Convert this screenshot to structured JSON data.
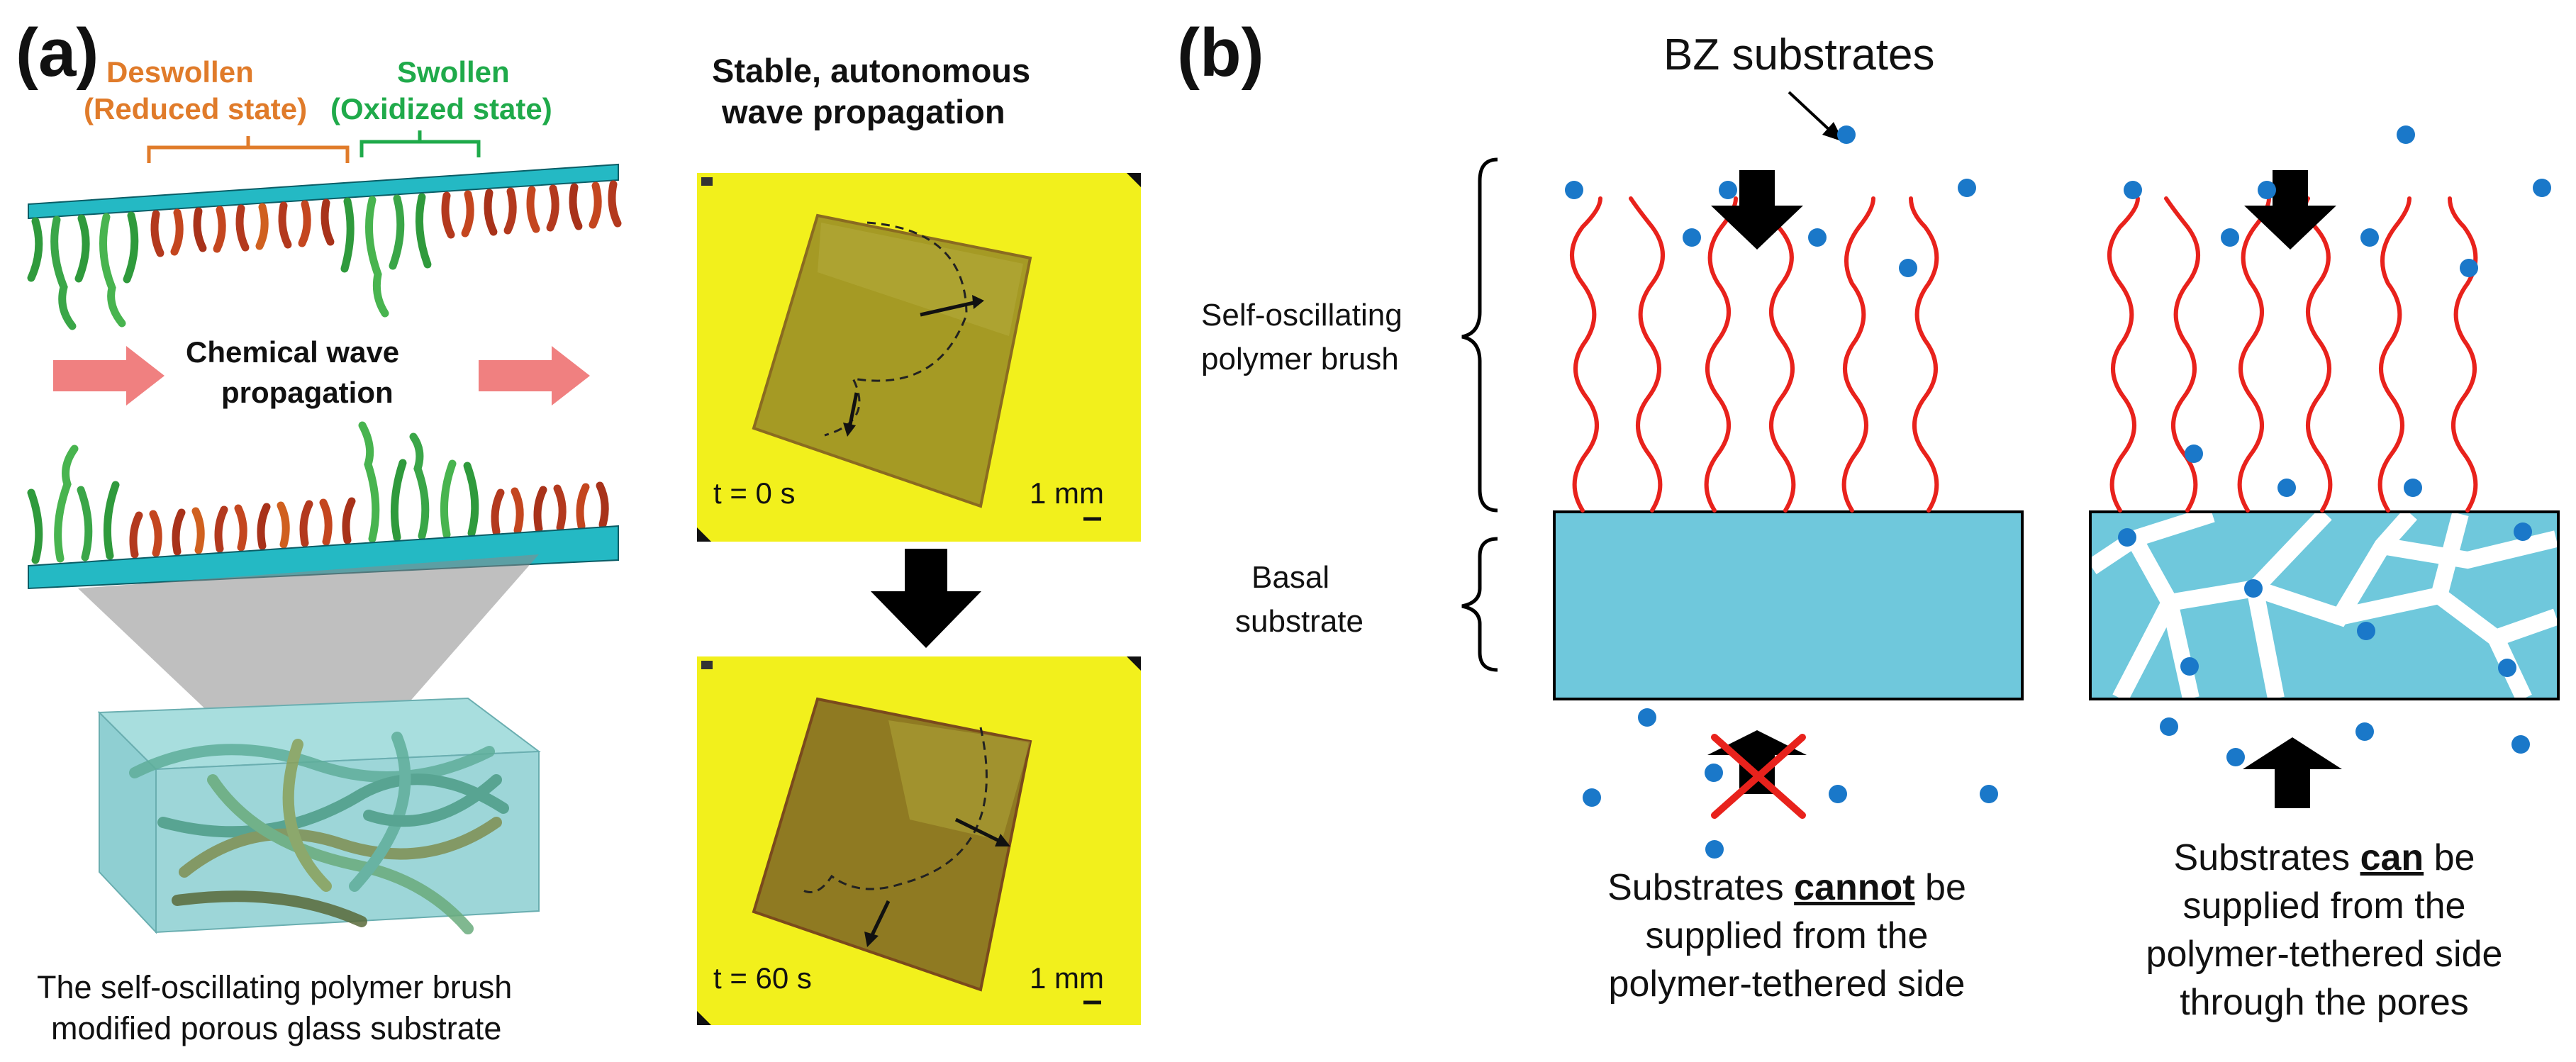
{
  "panel_a": {
    "label": "(a)",
    "deswollen": "Deswollen",
    "reduced_state": "(Reduced state)",
    "swollen": "Swollen",
    "oxidized_state": "(Oxidized state)",
    "wave_line1": "Chemical wave",
    "wave_line2": "propagation",
    "caption_line1": "The self-oscillating polymer brush",
    "caption_line2": "modified porous glass substrate",
    "photo_title_line1": "Stable, autonomous",
    "photo_title_line2": "wave propagation",
    "photo1_time": "t = 0 s",
    "photo2_time": "t = 60 s",
    "scale_bar": "1 mm"
  },
  "panel_b": {
    "label": "(b)",
    "bz_substrates": "BZ substrates",
    "brush_line1": "Self-oscillating",
    "brush_line2": "polymer brush",
    "basal_line1": "Basal",
    "basal_line2": "substrate",
    "left_caption_pre": "Substrates ",
    "left_caption_em": "cannot",
    "left_caption_post": " be",
    "left_caption_line2": "supplied from the",
    "left_caption_line3": "polymer-tethered side",
    "right_caption_pre": "Substrates ",
    "right_caption_em": "can",
    "right_caption_post": " be",
    "right_caption_line2": "supplied from the",
    "right_caption_line3": "polymer-tethered side",
    "right_caption_line4": "through the pores"
  },
  "colors": {
    "orange_label": "#e07b2a",
    "green_label": "#1faa4a",
    "cyan_substrate": "#6fc8dc",
    "red_chain": "#e8221c",
    "blue_dot": "#1a78c9",
    "yellow_photo": "#f2f01c",
    "pink_arrow": "#f08080"
  }
}
